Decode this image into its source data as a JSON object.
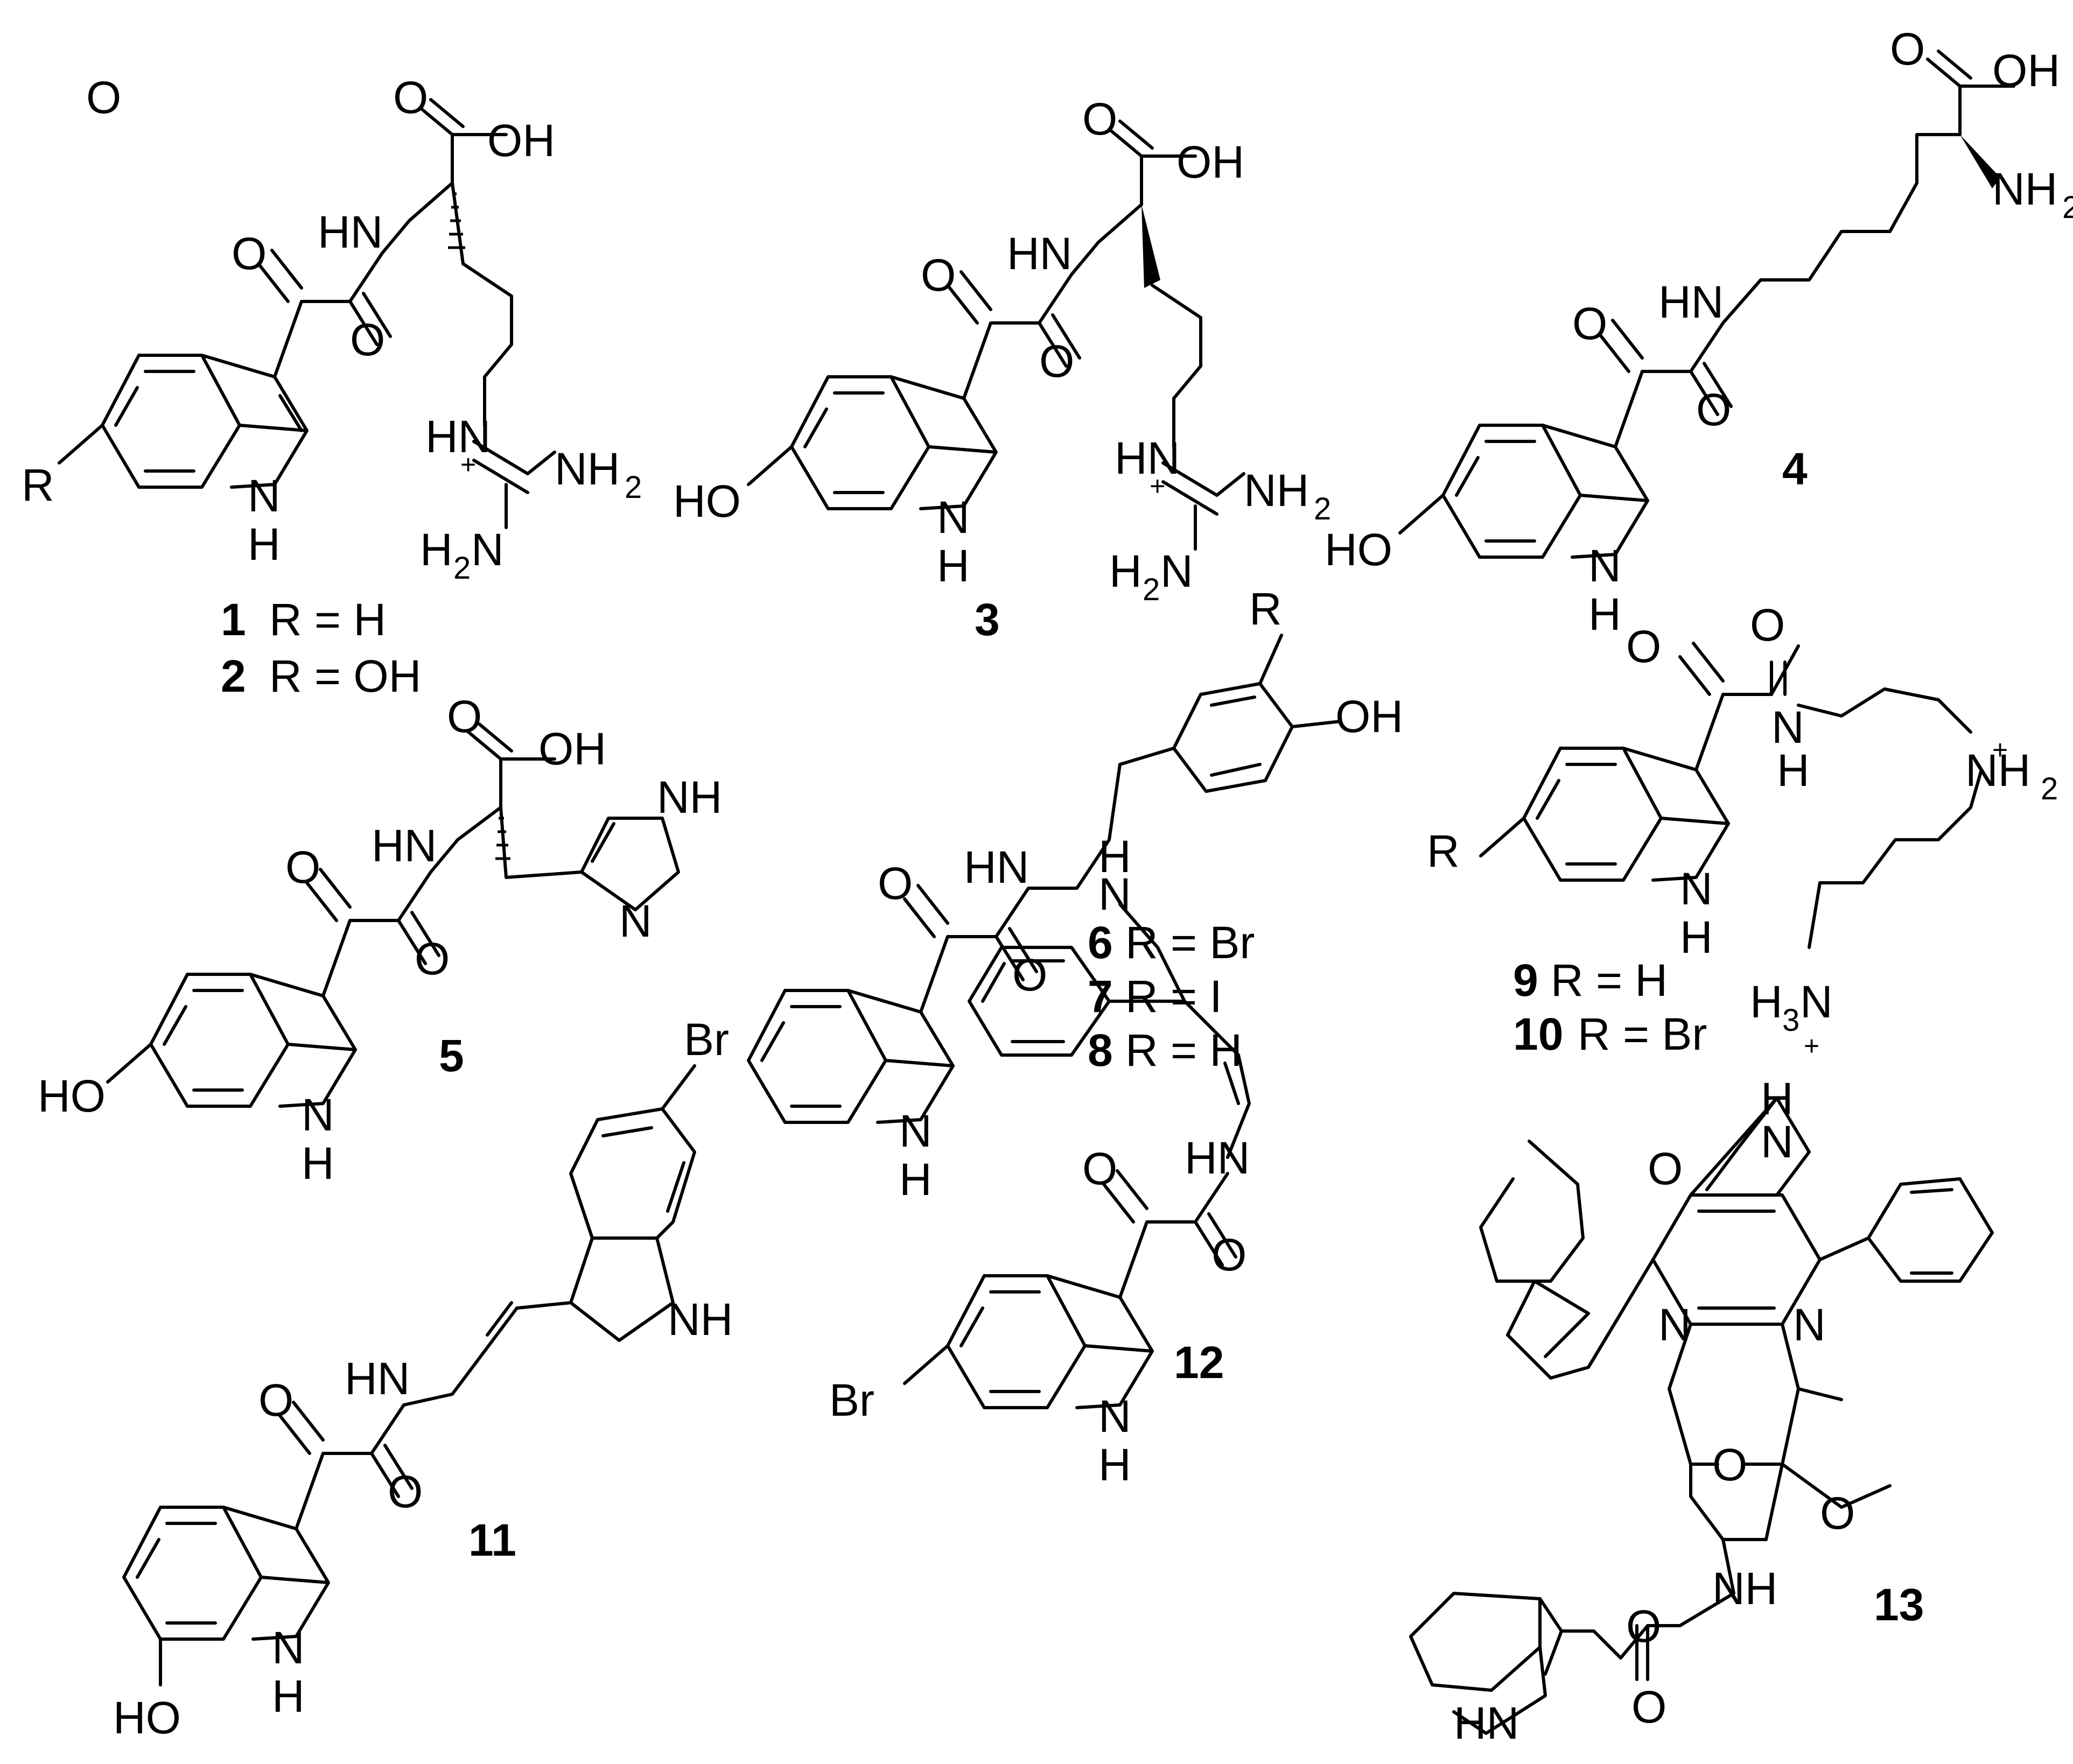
{
  "figure": {
    "compounds": [
      {
        "id": "1",
        "r_caption": "R = H"
      },
      {
        "id": "2",
        "r_caption": "R = OH"
      },
      {
        "id": "3",
        "r_caption": ""
      },
      {
        "id": "4",
        "r_caption": ""
      },
      {
        "id": "5",
        "r_caption": ""
      },
      {
        "id": "6",
        "r_caption": "R = Br"
      },
      {
        "id": "7",
        "r_caption": "R = I"
      },
      {
        "id": "8",
        "r_caption": "R = H"
      },
      {
        "id": "9",
        "r_caption": "R = H"
      },
      {
        "id": "10",
        "r_caption": "R = Br"
      },
      {
        "id": "11",
        "r_caption": ""
      },
      {
        "id": "12",
        "r_caption": ""
      },
      {
        "id": "13",
        "r_caption": ""
      }
    ],
    "atoms": {
      "O": "O",
      "OH": "OH",
      "HN": "HN",
      "NH": "NH",
      "N": "N",
      "H": "H",
      "R": "R",
      "HO": "HO",
      "Br": "Br",
      "NH2": "NH",
      "H2N": "H",
      "two": "2",
      "three": "3",
      "H3N": "H",
      "plus": "+",
      "HNplus": "HN",
      "NH2plus": "NH"
    }
  }
}
